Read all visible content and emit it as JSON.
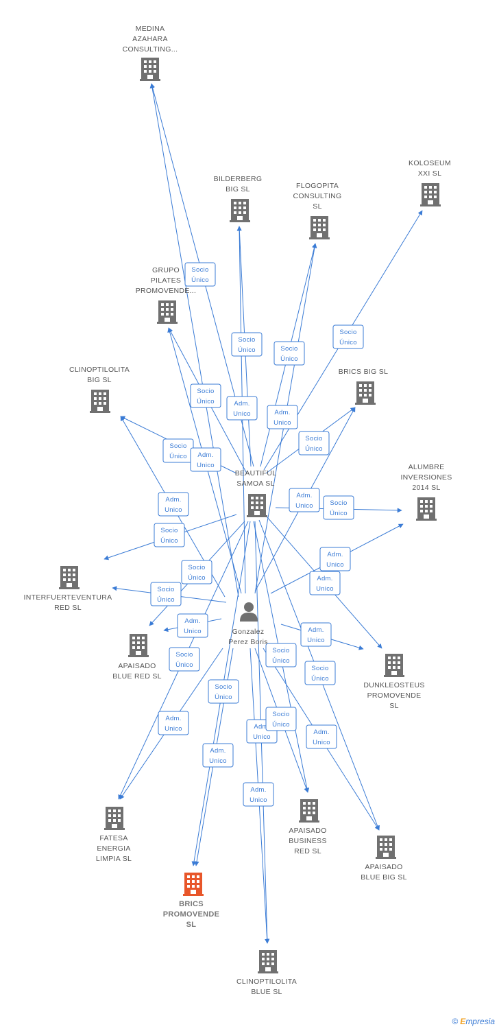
{
  "colors": {
    "edge": "#3a7bd5",
    "building": "#707070",
    "highlight": "#e8562a",
    "person": "#707070"
  },
  "nodes": [
    {
      "id": "medina",
      "type": "company",
      "lines": [
        "MEDINA",
        "AZAHARA",
        "CONSULTING..."
      ]
    },
    {
      "id": "bilderberg",
      "type": "company",
      "lines": [
        "BILDERBERG",
        "BIG  SL"
      ]
    },
    {
      "id": "flogopita",
      "type": "company",
      "lines": [
        "FLOGOPITA",
        "CONSULTING",
        "SL"
      ]
    },
    {
      "id": "koloseum",
      "type": "company",
      "lines": [
        "KOLOSEUM",
        "XXI  SL"
      ]
    },
    {
      "id": "grupo",
      "type": "company",
      "lines": [
        "GRUPO",
        "PILATES",
        "PROMOVENDE..."
      ]
    },
    {
      "id": "clinobig",
      "type": "company",
      "lines": [
        "CLINOPTILOLITA",
        "BIG  SL"
      ]
    },
    {
      "id": "bricsbig",
      "type": "company",
      "lines": [
        "BRICS BIG  SL"
      ]
    },
    {
      "id": "beautiful",
      "type": "company",
      "lines": [
        "BEAUTIFUL",
        "SAMOA SL"
      ]
    },
    {
      "id": "alumbre",
      "type": "company",
      "lines": [
        "ALUMBRE",
        "INVERSIONES",
        "2014  SL"
      ]
    },
    {
      "id": "interf",
      "type": "company",
      "lines": [
        "INTERFUERTEVENTURA",
        "RED  SL"
      ]
    },
    {
      "id": "gonzalez",
      "type": "person",
      "lines": [
        "Gonzalez",
        "Perez Boris"
      ]
    },
    {
      "id": "apblue",
      "type": "company",
      "lines": [
        "APAISADO",
        "BLUE RED  SL"
      ]
    },
    {
      "id": "dunk",
      "type": "company",
      "lines": [
        "DUNKLEOSTEUS",
        "PROMOVENDE",
        "SL"
      ]
    },
    {
      "id": "fatesa",
      "type": "company",
      "lines": [
        "FATESA",
        "ENERGIA",
        "LIMPIA  SL"
      ]
    },
    {
      "id": "apbiz",
      "type": "company",
      "lines": [
        "APAISADO",
        "BUSINESS",
        "RED  SL"
      ]
    },
    {
      "id": "apbluebig",
      "type": "company",
      "lines": [
        "APAISADO",
        "BLUE BIG  SL"
      ]
    },
    {
      "id": "bricsprom",
      "type": "company",
      "highlight": true,
      "lines": [
        "BRICS",
        "PROMOVENDE",
        "SL"
      ]
    },
    {
      "id": "clinoblue",
      "type": "company",
      "lines": [
        "CLINOPTILOLITA",
        "BLUE  SL"
      ]
    }
  ],
  "edge_labels": [
    [
      "Socio",
      "Único"
    ],
    [
      "Socio",
      "Único"
    ],
    [
      "Socio",
      "Único"
    ],
    [
      "Socio",
      "Único"
    ],
    [
      "Socio",
      "Único"
    ],
    [
      "Adm.",
      "Unico"
    ],
    [
      "Adm.",
      "Unico"
    ],
    [
      "Socio",
      "Único"
    ],
    [
      "Socio",
      "Único"
    ],
    [
      "Adm.",
      "Unico"
    ],
    [
      "Adm.",
      "Unico"
    ],
    [
      "Adm.",
      "Unico"
    ],
    [
      "Socio",
      "Único"
    ],
    [
      "Socio",
      "Único"
    ],
    [
      "Adm.",
      "Unico"
    ],
    [
      "Socio",
      "Único"
    ],
    [
      "Adm.",
      "Unico"
    ],
    [
      "Socio",
      "Único"
    ],
    [
      "Adm.",
      "Unico"
    ],
    [
      "Adm.",
      "Unico"
    ],
    [
      "Socio",
      "Único"
    ],
    [
      "Socio",
      "Único"
    ],
    [
      "Socio",
      "Único"
    ],
    [
      "Socio",
      "Único"
    ],
    [
      "Adm.",
      "Unico"
    ],
    [
      "Socio",
      "Único"
    ],
    [
      "Adm.",
      "Unico"
    ],
    [
      "Adm.",
      "Unico"
    ],
    [
      "Adm.",
      "Unico"
    ],
    [
      "Adm.",
      "Unico"
    ]
  ],
  "footer": {
    "copyright": "©",
    "brand_first": "E",
    "brand_rest": "mpresia"
  }
}
